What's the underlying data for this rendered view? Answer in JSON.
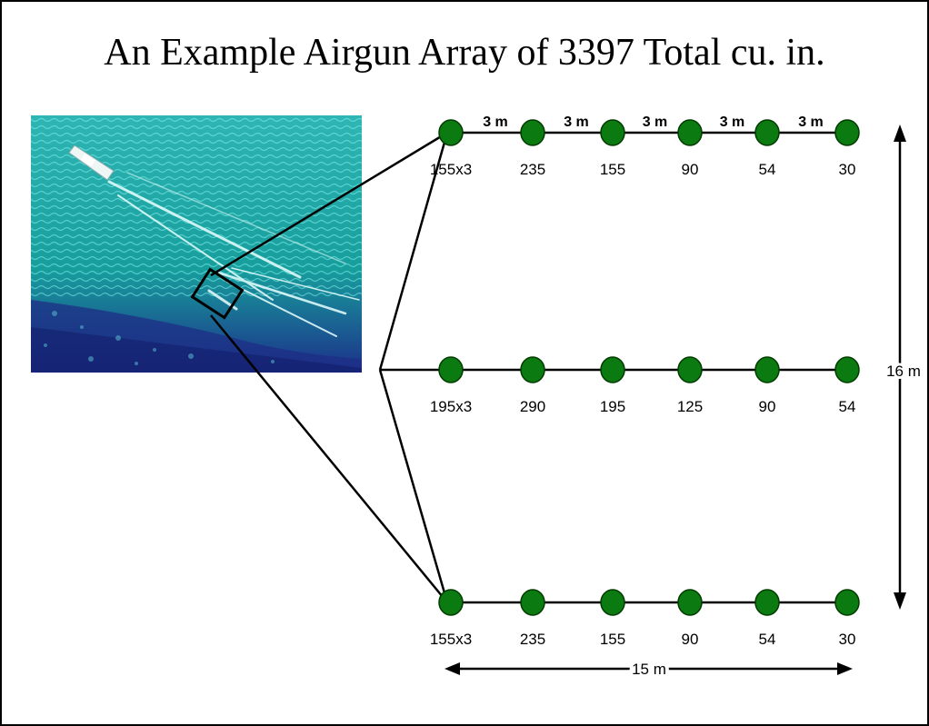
{
  "title": "An Example Airgun Array of 3397 Total cu. in.",
  "colors": {
    "gun": "#0b7a10",
    "gun_stroke": "#003b00",
    "line": "#000000",
    "sea_light": "#2fb6b4",
    "sea_mid": "#179e9c",
    "sea_deep": "#1c2f8a"
  },
  "photo": {
    "description_icon": "aerial-ship-photo"
  },
  "strings": [
    {
      "name": "top-string",
      "guns": [
        "155x3",
        "235",
        "155",
        "90",
        "54",
        "30"
      ]
    },
    {
      "name": "middle-string",
      "guns": [
        "195x3",
        "290",
        "195",
        "125",
        "90",
        "54"
      ]
    },
    {
      "name": "bottom-string",
      "guns": [
        "155x3",
        "235",
        "155",
        "90",
        "54",
        "30"
      ]
    }
  ],
  "spacing_labels": [
    "3 m",
    "3 m",
    "3 m",
    "3 m",
    "3 m"
  ],
  "dimensions": {
    "vertical": "16 m",
    "horizontal": "15 m"
  }
}
